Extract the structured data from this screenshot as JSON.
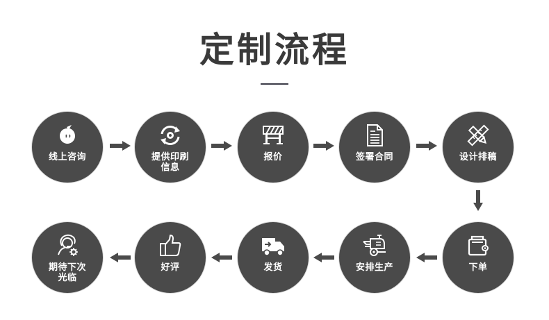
{
  "header": {
    "title": "定制流程"
  },
  "colors": {
    "circle_fill": "#4a4a4a",
    "arrow": "#4a4a4a",
    "title_text": "#3a3a3a",
    "label_text": "#ffffff"
  },
  "steps": [
    {
      "order": 1,
      "label": "线上咨询",
      "icon": "chat-bubble-icon"
    },
    {
      "order": 2,
      "label": "提供印刷信息",
      "icon": "sync-gear-icon"
    },
    {
      "order": 3,
      "label": "报价",
      "icon": "barrier-icon"
    },
    {
      "order": 4,
      "label": "签署合同",
      "icon": "document-icon"
    },
    {
      "order": 5,
      "label": "设计排稿",
      "icon": "pencil-ruler-icon"
    },
    {
      "order": 6,
      "label": "下单",
      "icon": "wallet-icon"
    },
    {
      "order": 7,
      "label": "安排生产",
      "icon": "machine-icon"
    },
    {
      "order": 8,
      "label": "发货",
      "icon": "delivery-truck-icon"
    },
    {
      "order": 9,
      "label": "好评",
      "icon": "thumbs-up-icon"
    },
    {
      "order": 10,
      "label": "期待下次光临",
      "icon": "support-agent-icon"
    }
  ],
  "flow": {
    "row1_direction": "right",
    "turn_direction": "down",
    "row2_direction": "left"
  }
}
